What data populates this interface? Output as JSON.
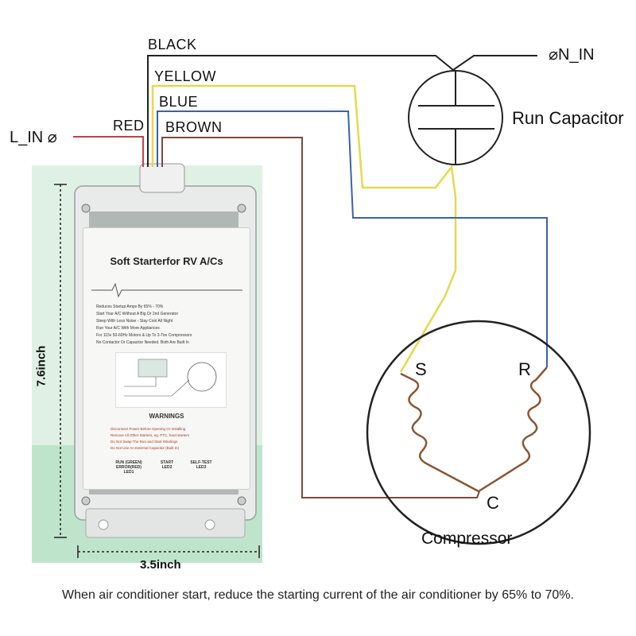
{
  "labels": {
    "black": "BLACK",
    "yellow": "YELLOW",
    "blue": "BLUE",
    "red": "RED",
    "brown": "BROWN",
    "l_in": "L_IN ⌀",
    "n_in": "⌀N_IN",
    "run_capacitor": "Run Capacitor",
    "s": "S",
    "r": "R",
    "c": "C",
    "compressor": "Compressor",
    "height": "7.6inch",
    "width": "3.5inch"
  },
  "product": {
    "title": "Soft Starterfor RV A/Cs",
    "features": [
      "Reduces Startup Amps By 65% - 70%",
      "Start Your A/C Without A Big Or 2nd Generator",
      "Sleep With Less Noise - Stay Cool All Night",
      "Run Your A/C With More Appliances",
      "For 115v 50-60Hz Motors & Up To 3-Ton Compressors",
      "No Contactor Or Capacitor Needed. Both Are Built In"
    ],
    "warnings_title": "WARNINGS",
    "warnings": [
      "Disconnect Power Before Opening Or Installing",
      "Remove All Other Starters, eg. PTC, hard starters",
      "Do Not Swap The Run and Start Windings",
      "Do Not Use An External Capacitor (Built In)"
    ],
    "led1": "RUN (GREEN) ERROR(RED) LED1",
    "led2": "START LED2",
    "led3": "SELF-TEST LED3"
  },
  "caption": "When air conditioner start, reduce the starting current of the air conditioner by 65% to 70%.",
  "colors": {
    "black_wire": "#222222",
    "yellow_wire": "#e8d84a",
    "blue_wire": "#3a62a8",
    "red_wire": "#c0434a",
    "brown_wire": "#7a4a3a",
    "winding": "#8a5632",
    "green_bg": "#bfe4cc"
  }
}
